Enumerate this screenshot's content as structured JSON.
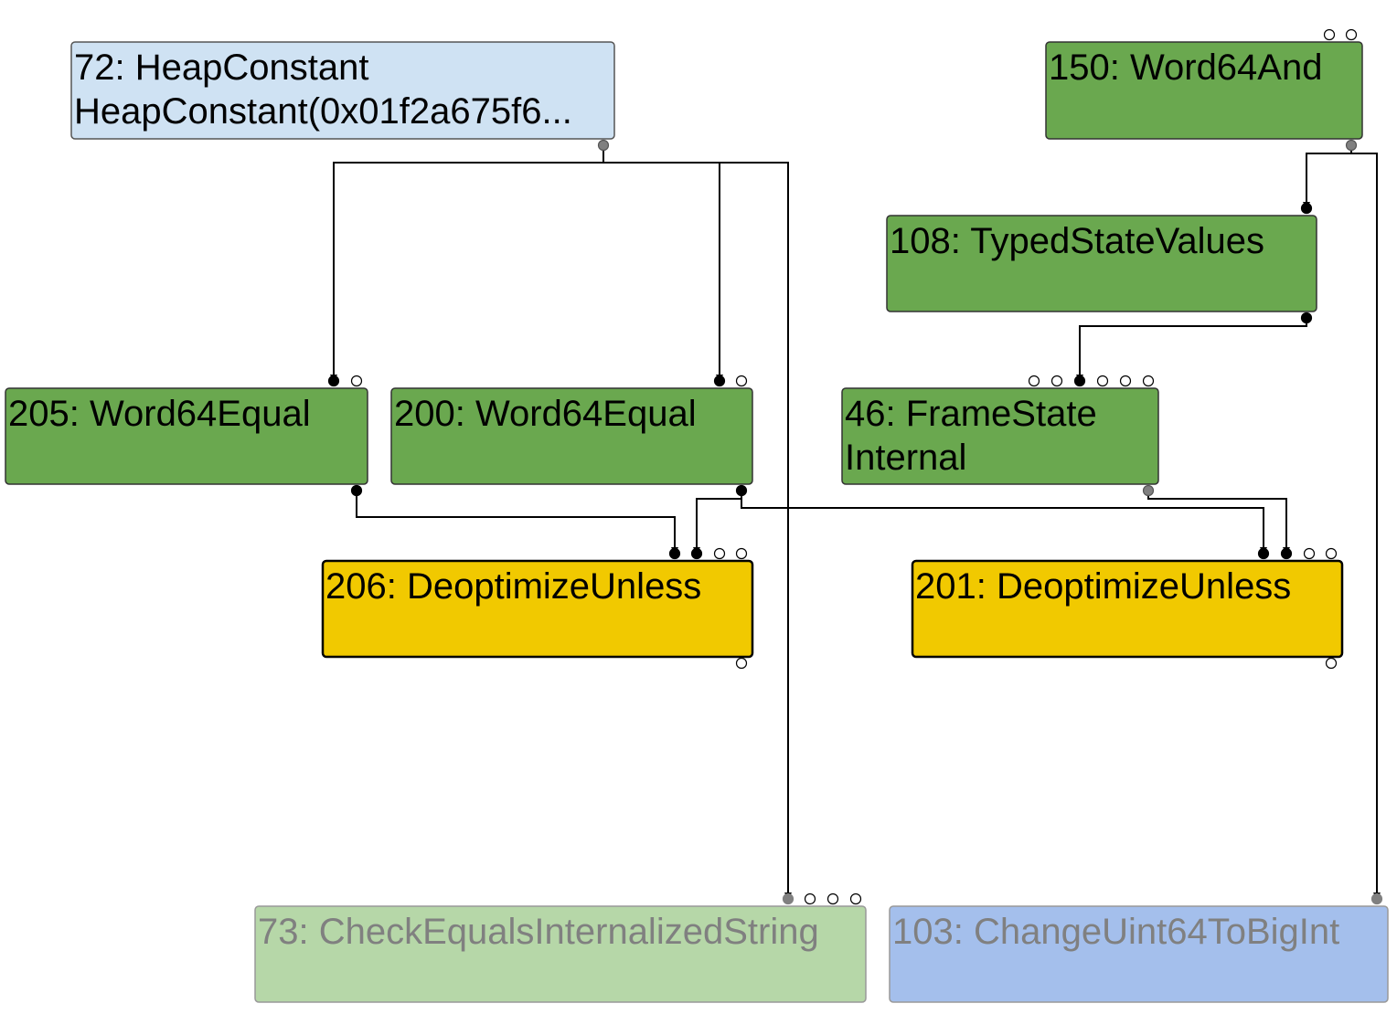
{
  "colors": {
    "background": "#ffffff",
    "edge": "#000000",
    "constant": "#cfe2f3",
    "machine": "#6aa84f",
    "control": "#f1c900",
    "faded_machine": "#b6d7a8",
    "faded_simplified": "#a4bfec",
    "faded_text": "#808080",
    "port_connected": "#000000",
    "port_gray": "#808080"
  },
  "nodes": [
    {
      "id": "n72",
      "lines": [
        "72: HeapConstant",
        "HeapConstant(0x01f2a675f6..."
      ],
      "kind": "constant"
    },
    {
      "id": "n150",
      "lines": [
        "150: Word64And"
      ],
      "kind": "machine"
    },
    {
      "id": "n108",
      "lines": [
        "108: TypedStateValues"
      ],
      "kind": "machine"
    },
    {
      "id": "n205",
      "lines": [
        "205: Word64Equal"
      ],
      "kind": "machine"
    },
    {
      "id": "n200",
      "lines": [
        "200: Word64Equal"
      ],
      "kind": "machine"
    },
    {
      "id": "n46",
      "lines": [
        "46: FrameState",
        "Internal"
      ],
      "kind": "machine"
    },
    {
      "id": "n206",
      "lines": [
        "206: DeoptimizeUnless"
      ],
      "kind": "control"
    },
    {
      "id": "n201",
      "lines": [
        "201: DeoptimizeUnless"
      ],
      "kind": "control"
    },
    {
      "id": "n73",
      "lines": [
        "73: CheckEqualsInternalizedString"
      ],
      "kind": "faded_machine"
    },
    {
      "id": "n103",
      "lines": [
        "103: ChangeUint64ToBigInt"
      ],
      "kind": "faded_simplified"
    }
  ],
  "edges": [
    {
      "from": "n72",
      "to": "n205",
      "input": 0
    },
    {
      "from": "n72",
      "to": "n200",
      "input": 0
    },
    {
      "from": "n72",
      "to": "n73",
      "input": 0
    },
    {
      "from": "n150",
      "to": "n108",
      "input": 0
    },
    {
      "from": "n150",
      "to": "n103",
      "input": 0
    },
    {
      "from": "n108",
      "to": "n46",
      "input": 2
    },
    {
      "from": "n205",
      "to": "n206",
      "input": 0
    },
    {
      "from": "n200",
      "to": "n206",
      "input": 1
    },
    {
      "from": "n200",
      "to": "n201",
      "input": 0
    },
    {
      "from": "n46",
      "to": "n201",
      "input": 1
    }
  ]
}
